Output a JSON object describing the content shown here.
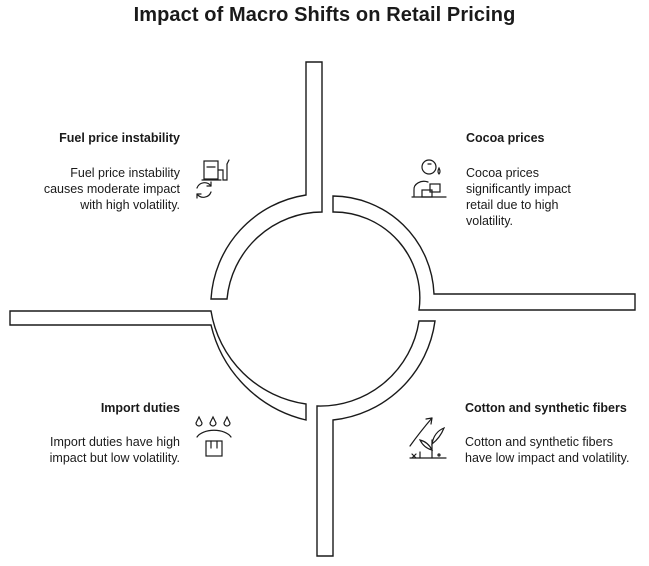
{
  "title": "Impact of Macro Shifts on Retail Pricing",
  "quadrants": {
    "top_left": {
      "heading": "Fuel price instability",
      "description": "Fuel price instability causes moderate impact with high volatility.",
      "icon": "fuel-pump-icon"
    },
    "top_right": {
      "heading": "Cocoa prices",
      "description": "Cocoa prices significantly impact retail due to high volatility.",
      "icon": "cocoa-worker-icon"
    },
    "bottom_left": {
      "heading": "Import duties",
      "description": "Import duties have high impact but low volatility.",
      "icon": "import-package-icon"
    },
    "bottom_right": {
      "heading": "Cotton and synthetic fibers",
      "description": "Cotton and synthetic fibers have low impact and volatility.",
      "icon": "plant-growth-icon"
    }
  },
  "colors": {
    "stroke": "#1a1a1a",
    "text": "#1a1a1a",
    "background": "#ffffff"
  }
}
